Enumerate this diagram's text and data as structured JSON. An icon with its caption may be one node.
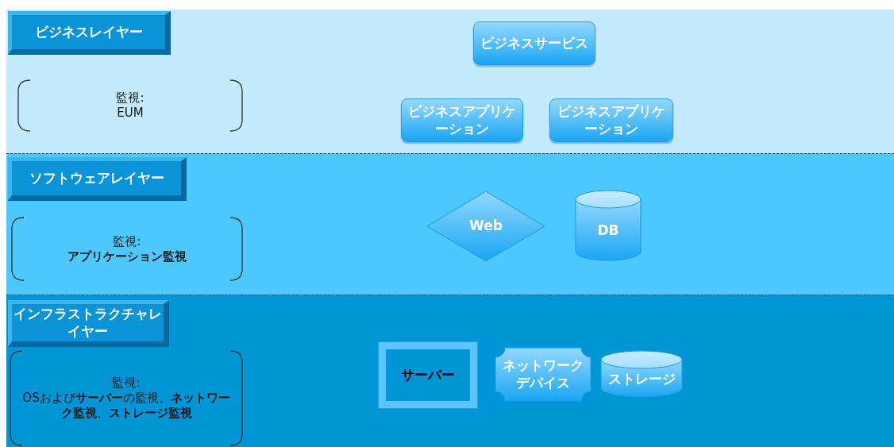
{
  "diagram": {
    "nodes": [
      {
        "text": [],
        "shape": "band"
      },
      {
        "text": [
          "ビジネスレイヤー"
        ],
        "in": 0
      },
      {
        "text": [
          "監視:",
          "EUM"
        ],
        "in": 0
      },
      {
        "text": [
          "ビジネスサービス"
        ],
        "in": 0
      },
      {
        "text": [
          "ビジネスアプリケーション"
        ],
        "in": 0
      },
      {
        "text": [
          "ビジネスアプリケーション"
        ],
        "in": 0
      },
      {
        "text": [],
        "shape": "band"
      },
      {
        "text": [
          "ソフトウェアレイヤー"
        ],
        "in": 6
      },
      {
        "text": [
          "監視:",
          "アプリケーション監視"
        ],
        "in": 6
      },
      {
        "text": [
          "Web"
        ],
        "in": 6
      },
      {
        "text": [
          "DB"
        ],
        "in": 6
      },
      {
        "text": [],
        "shape": "band"
      },
      {
        "text": [
          "インフラストラクチャレイヤー"
        ],
        "in": 11
      },
      {
        "text": [
          "監視:",
          "OSおよび**サーバー**の監視、**ネットワーク監視**、**ストレージ監視**"
        ],
        "in": 11
      },
      {
        "text": [
          "サーバー"
        ],
        "in": 11
      },
      {
        "text": [
          "ネットワークデバイス"
        ],
        "in": 11
      },
      {
        "text": [
          "ストレージ"
        ],
        "in": 11
      }
    ]
  }
}
